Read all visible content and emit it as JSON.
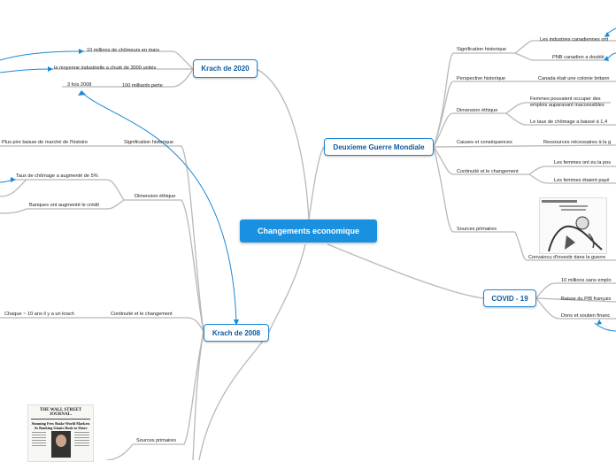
{
  "root": "Changements economique",
  "krach2020": {
    "title": "Krach de 2020",
    "items": [
      "10 millions de chômeurs en mars",
      "la moyenne industrielle a chuté de 3000 unités",
      "100 milliards perte"
    ],
    "extra": "3 fois 2008"
  },
  "guerre": {
    "title": "Deuxieme Guerre Mondiale",
    "signification": {
      "label": "Signification historique",
      "items": [
        "Les industries canadiennes ont",
        "PNB canadien a doublé"
      ]
    },
    "perspective": {
      "label": "Perspective historique",
      "items": [
        "Canada était une colonie britann"
      ]
    },
    "ethique": {
      "label": "Dimension éthique",
      "items": [
        "Femmes pouvaient occuper des",
        "emplois auparavant inaccessibles",
        "Le taux de chômage a baissé à 1,4"
      ]
    },
    "causes": {
      "label": "Causes et conséquences",
      "items": [
        "Ressources nécessaires à la g"
      ]
    },
    "continuite": {
      "label": "Continuité et le changement",
      "items": [
        "Les femmes ont eu la pos",
        "Les femmes étaient payé"
      ]
    },
    "sources": {
      "label": "Sources primaires",
      "caption": "Convaincu d'investir dans la guerre"
    }
  },
  "covid": {
    "title": "COVID - 19",
    "items": [
      "10 millions sans emplo",
      "Baisse du PIB français",
      "Dons et soutien financ"
    ]
  },
  "krach2008": {
    "title": "Krach de 2008",
    "signification": {
      "label": "Signification historique",
      "item": "Plus pire baisse de marché de l'histoire"
    },
    "ethique": {
      "label": "Dimension éthique",
      "items": [
        "Taux de chômage a augmenté de 5%",
        "Banques ont augmenté le crédit"
      ]
    },
    "continuite": {
      "label": "Continuité et le changement",
      "item": "Chaque ~ 10 ans il y a un krach"
    },
    "sources": {
      "label": "Sources primaires"
    }
  },
  "newspaper": {
    "masthead": "THE WALL STREET JOURNAL.",
    "headline": "Stunning Fees Shake World Markets As Banking Giants Rush to Shore Capital"
  },
  "colors": {
    "line": "#b8b8b8",
    "accent": "#1b8ad6",
    "root_fill": "#1991e0"
  }
}
